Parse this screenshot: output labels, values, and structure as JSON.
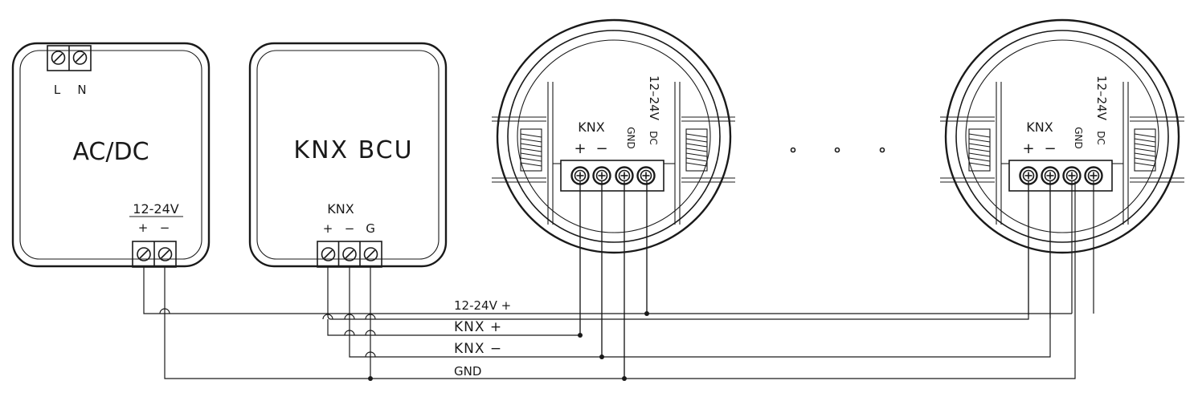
{
  "psu": {
    "title": "AC/DC",
    "mains_l": "L",
    "mains_n": "N",
    "out_label": "12-24V",
    "out_plus": "+",
    "out_minus": "−"
  },
  "bcu": {
    "title": "KNX BCU",
    "bus_label": "KNX",
    "term_plus": "+",
    "term_minus": "−",
    "term_g": "G"
  },
  "device_labels": {
    "knx": "KNX",
    "plus": "+",
    "minus": "−",
    "gnd": "GND",
    "dc": "DC",
    "voltage": "12–24V"
  },
  "bus": {
    "dc": "12-24V +",
    "knx_plus": "KNX +",
    "knx_minus": "KNX −",
    "gnd": "GND"
  }
}
